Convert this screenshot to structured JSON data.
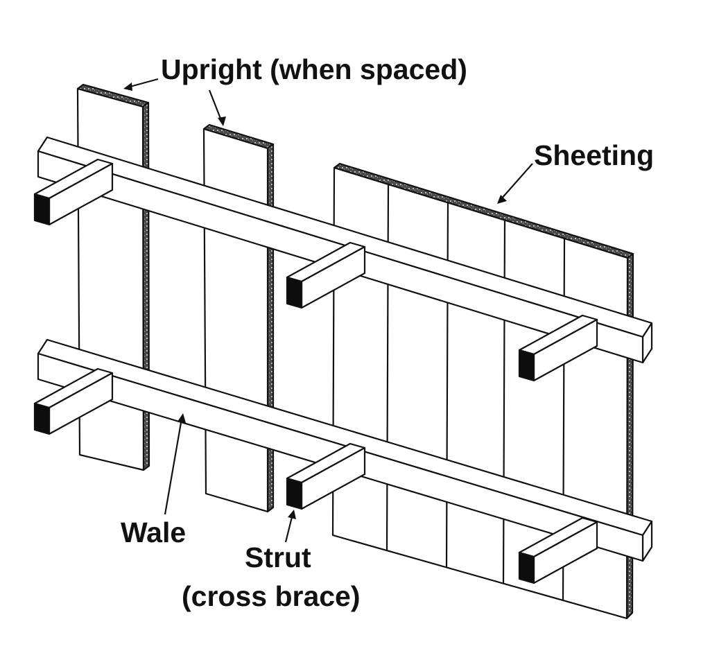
{
  "labels": {
    "upright": "Upright (when spaced)",
    "sheeting": "Sheeting",
    "wale": "Wale",
    "strut": "Strut",
    "cross_brace": "(cross brace)"
  },
  "colors": {
    "outline": "#111111",
    "face": "#ffffff",
    "edge_texture": "#3a3a3a",
    "strut_end": "#0d0d0d"
  }
}
